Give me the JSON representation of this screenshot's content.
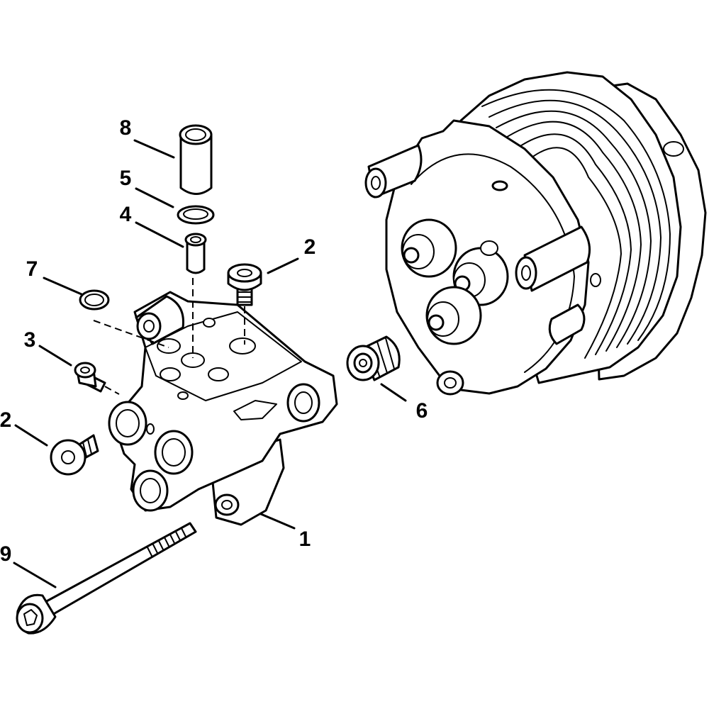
{
  "callouts": {
    "part_1": "1",
    "part_2_top": "2",
    "part_2_left": "2",
    "part_3": "3",
    "part_4": "4",
    "part_5": "5",
    "part_6": "6",
    "part_7": "7",
    "part_8": "8",
    "part_9": "9"
  }
}
